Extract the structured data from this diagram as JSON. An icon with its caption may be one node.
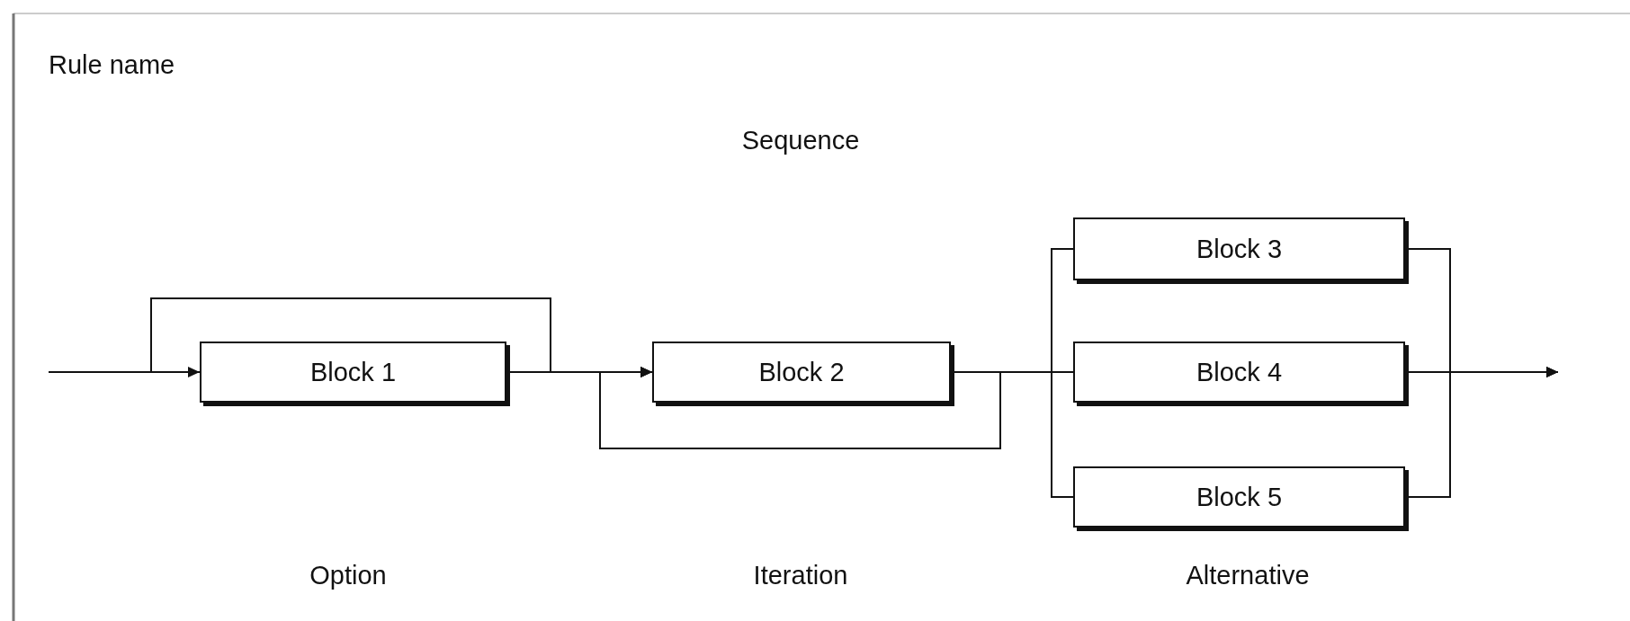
{
  "diagram": {
    "nodes": [
      {
        "text": [
          "Block 1"
        ]
      },
      {
        "text": [
          "Block 2"
        ]
      },
      {
        "text": [
          "Block 3"
        ]
      },
      {
        "text": [
          "Block 4"
        ]
      },
      {
        "text": [
          "Block 5"
        ]
      }
    ],
    "edges": [
      {
        "from": null,
        "to": 0,
        "arrow": "to"
      },
      {
        "from": null,
        "to": 1,
        "arrow": "to"
      },
      {
        "from": 0,
        "to": 1,
        "arrow": "to"
      },
      {
        "from": 1,
        "to": 1,
        "arrow": "to"
      },
      {
        "from": 1,
        "to": 2,
        "arrow": "none"
      },
      {
        "from": 1,
        "to": 3,
        "arrow": "none"
      },
      {
        "from": 1,
        "to": 4,
        "arrow": "none"
      },
      {
        "from": 2,
        "to": null,
        "arrow": "to"
      },
      {
        "from": 3,
        "to": null,
        "arrow": "to"
      },
      {
        "from": 4,
        "to": null,
        "arrow": "to"
      }
    ],
    "labels": [
      "Rule name",
      "Sequence",
      "Option",
      "Iteration",
      "Alternative"
    ]
  }
}
